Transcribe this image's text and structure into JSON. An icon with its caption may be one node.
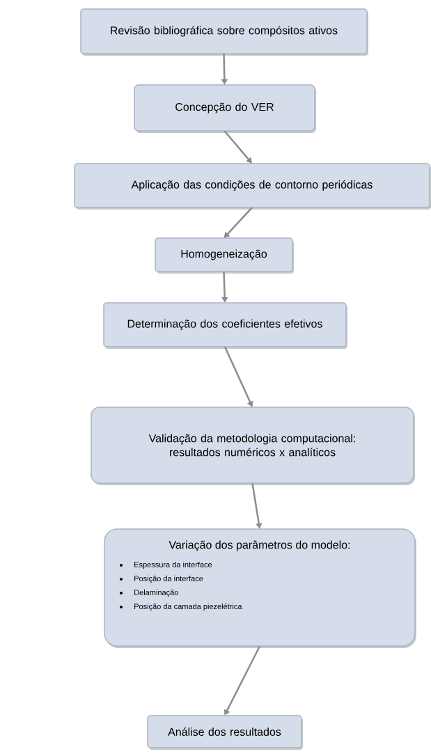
{
  "diagram": {
    "nodes": [
      {
        "text": [
          "Revisão bibliográfica sobre compósitos ativos"
        ]
      },
      {
        "text": [
          "Concepção do VER"
        ]
      },
      {
        "text": [
          "Aplicação das condições de contorno periódicas"
        ]
      },
      {
        "text": [
          "Homogeneização"
        ]
      },
      {
        "text": [
          "Determinação dos coeficientes efetivos"
        ]
      },
      {
        "text": [
          "Validação da metodologia computacional: resultados numéricos x analíticos"
        ]
      },
      {
        "text": [
          "Variação dos parâmetros do modelo:",
          "Espessura da interface",
          "Posição da interface",
          "Delaminação",
          "Posição da camada piezelétrica"
        ]
      },
      {
        "text": [
          "Análise dos resultados"
        ]
      }
    ],
    "edges": [
      {
        "from": 0,
        "to": 1,
        "arrow": "to"
      },
      {
        "from": 1,
        "to": 2,
        "arrow": "to"
      },
      {
        "from": 2,
        "to": 3,
        "arrow": "to"
      },
      {
        "from": 3,
        "to": 4,
        "arrow": "to"
      },
      {
        "from": 4,
        "to": 5,
        "arrow": "to"
      },
      {
        "from": 5,
        "to": 6,
        "arrow": "to"
      },
      {
        "from": 6,
        "to": 7,
        "arrow": "to"
      }
    ]
  }
}
